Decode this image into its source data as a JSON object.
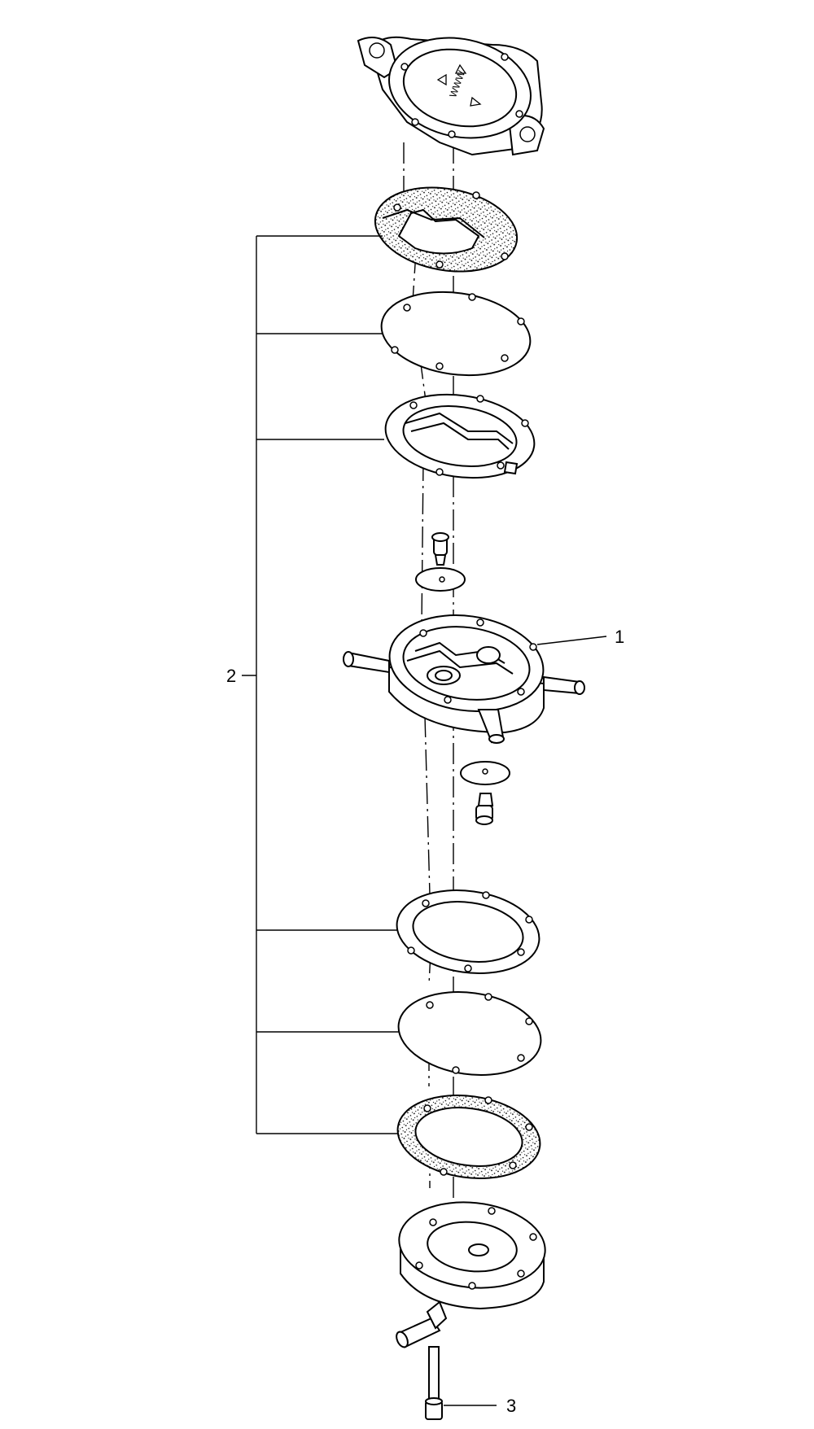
{
  "callouts": [
    {
      "id": "1",
      "label": "1"
    },
    {
      "id": "2",
      "label": "2"
    },
    {
      "id": "3",
      "label": "3"
    }
  ],
  "cover_marking": "WWW"
}
